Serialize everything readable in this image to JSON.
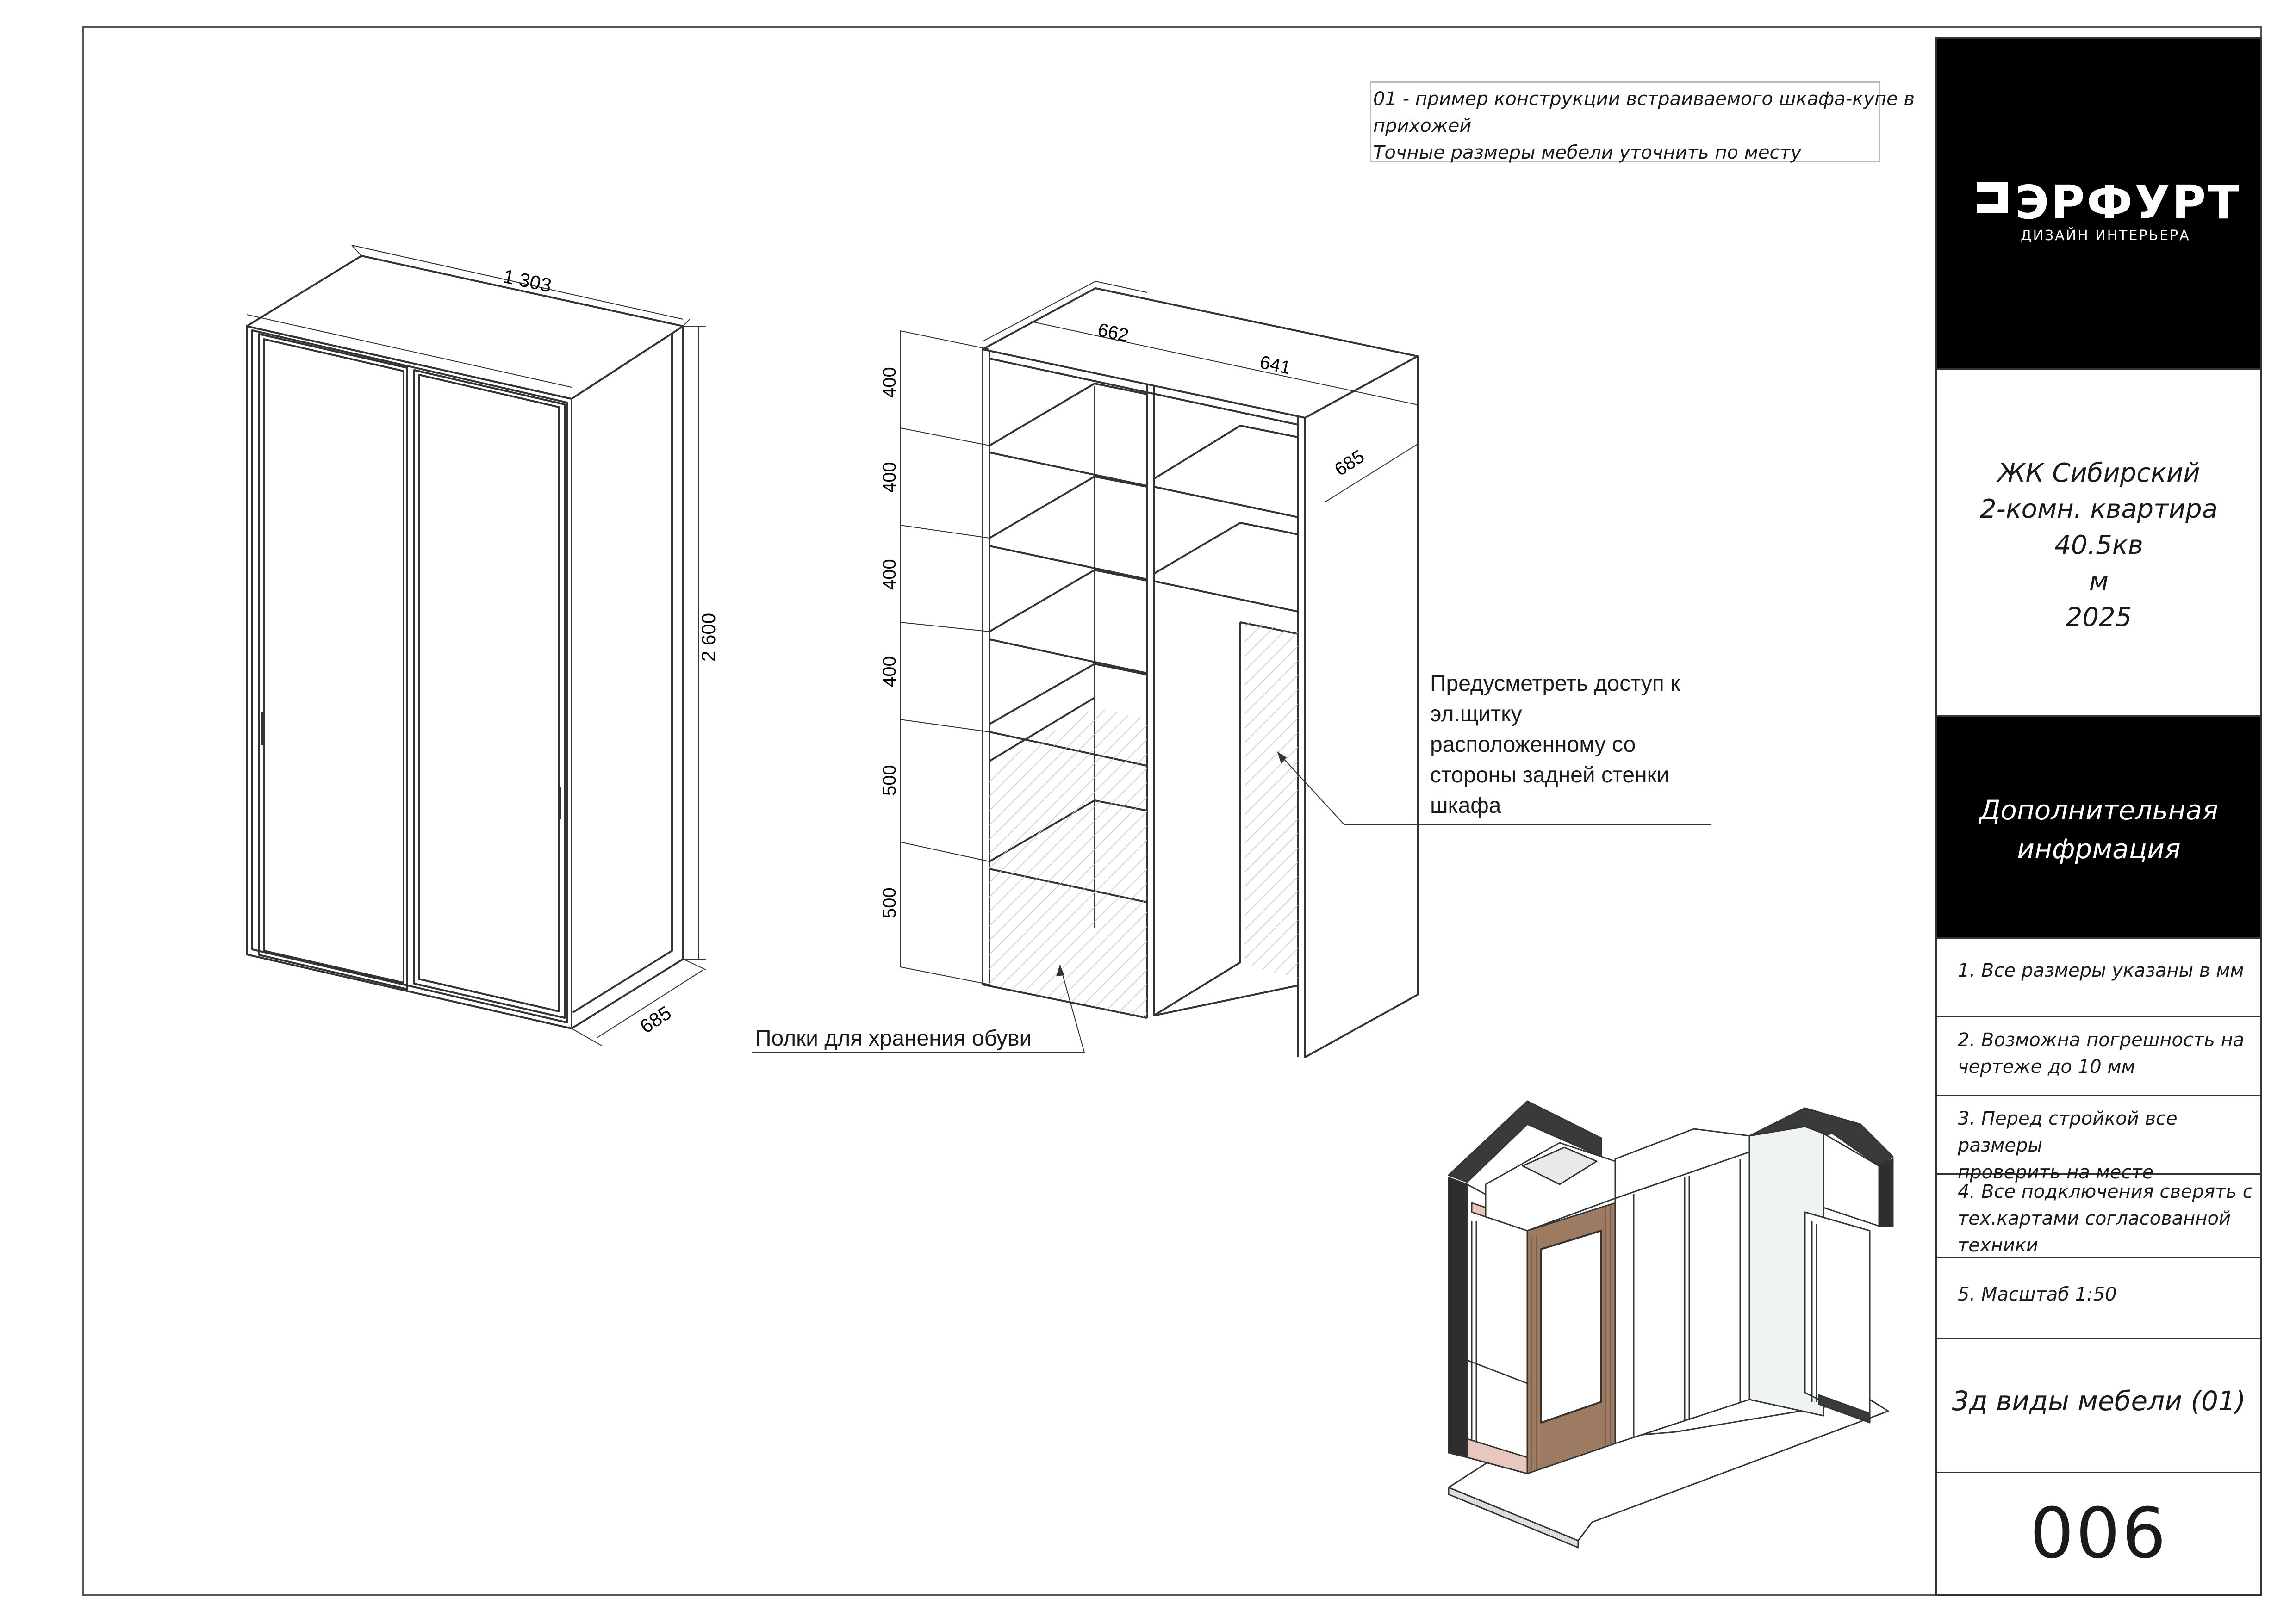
{
  "note": {
    "lines": [
      "01 - пример конструкции встраиваемого шкафа-купе в",
      "прихожей",
      "Точные размеры мебели уточнить по месту"
    ]
  },
  "wardrobe": {
    "dim_width": "1 303",
    "dim_height": "2 600",
    "dim_depth": "685"
  },
  "interior": {
    "dim_left_width": "662",
    "dim_right_width": "641",
    "dim_depth": "685",
    "shelf_heights": [
      "400",
      "400",
      "400",
      "400",
      "500",
      "500"
    ],
    "callout_shoes": "Полки для хранения обуви",
    "callout_panel": [
      "Предусметреть доступ к",
      "эл.щитку",
      "расположенному со",
      "стороны задней стенки",
      "шкафа"
    ]
  },
  "title_block": {
    "logo_text": "ЭРФУРТ",
    "logo_subtitle": "ДИЗАЙН ИНТЕРЬЕРА",
    "project_lines": [
      "ЖК Сибирский",
      "2-комн. квартира 40.5кв",
      "м",
      "2025"
    ],
    "extra_lines": [
      "Дополнительная",
      "инфрмация"
    ],
    "notes": [
      [
        "1. Все размеры указаны в мм"
      ],
      [
        "2. Возможна погрешность на",
        "чертеже до 10 мм"
      ],
      [
        "3. Перед стройкой все размеры",
        "проверить на месте"
      ],
      [
        "4. Все подключения сверять с",
        "тех.картами согласованной",
        "техники"
      ],
      [
        "5. Масштаб 1:50"
      ]
    ],
    "view_title": "3д виды мебели (01)",
    "sheet_number": "006"
  },
  "colors": {
    "line": "#333333",
    "wood": "#9c7b62",
    "wall_dark": "#3a3a3a",
    "glass": "#eef4f2"
  }
}
